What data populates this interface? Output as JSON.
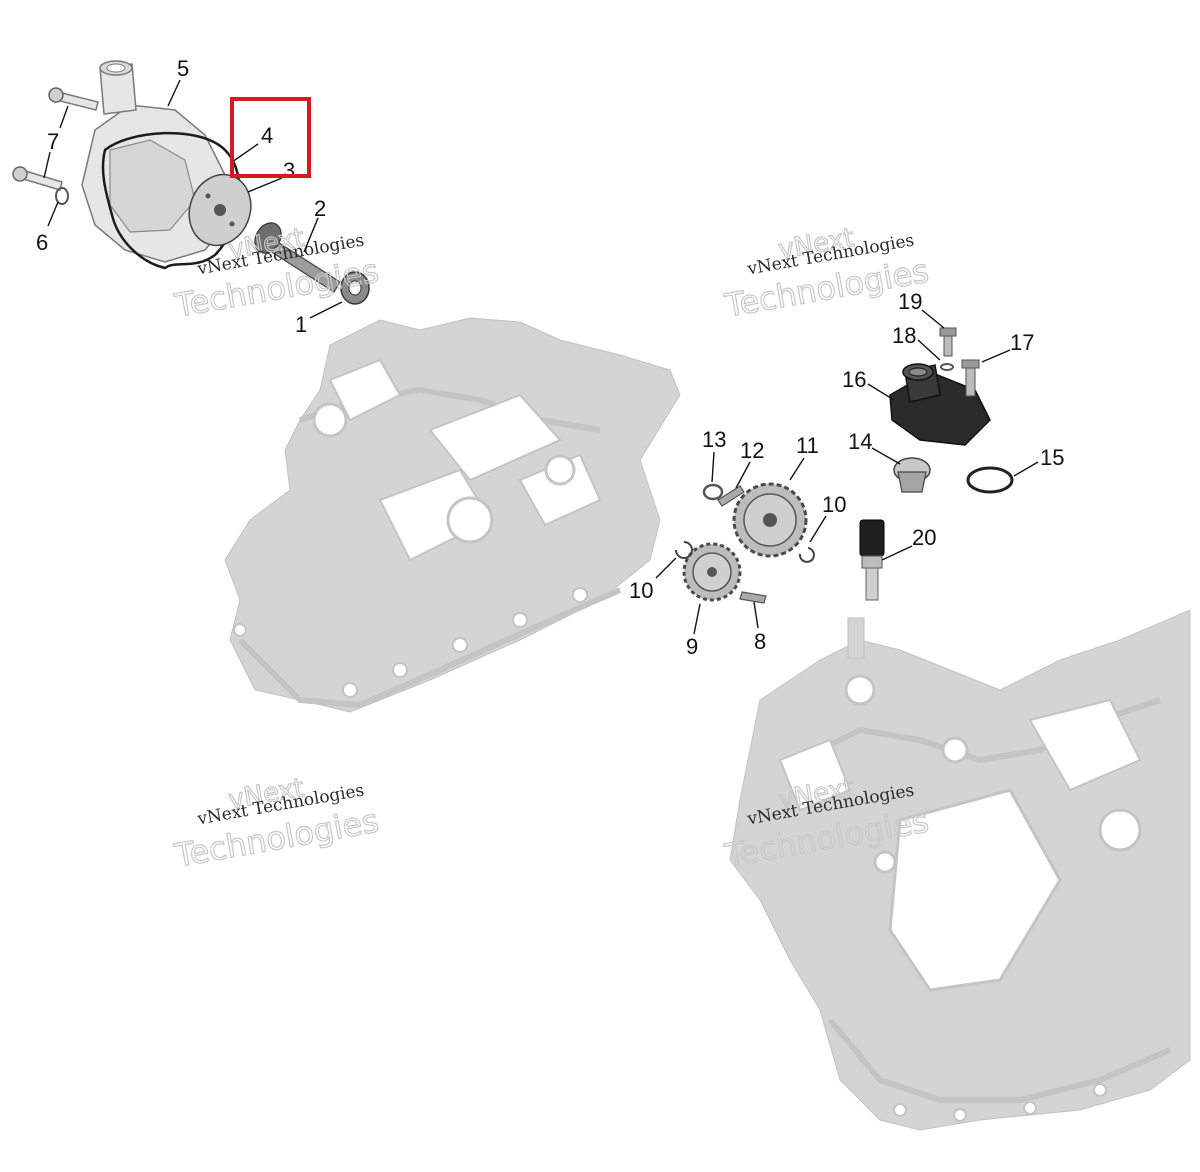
{
  "callouts": [
    {
      "id": "1",
      "label": "1"
    },
    {
      "id": "2",
      "label": "2"
    },
    {
      "id": "3",
      "label": "3"
    },
    {
      "id": "4",
      "label": "4"
    },
    {
      "id": "5",
      "label": "5"
    },
    {
      "id": "6",
      "label": "6"
    },
    {
      "id": "7",
      "label": "7"
    },
    {
      "id": "8",
      "label": "8"
    },
    {
      "id": "9",
      "label": "9"
    },
    {
      "id": "10a",
      "label": "10"
    },
    {
      "id": "10b",
      "label": "10"
    },
    {
      "id": "11",
      "label": "11"
    },
    {
      "id": "12",
      "label": "12"
    },
    {
      "id": "13",
      "label": "13"
    },
    {
      "id": "14",
      "label": "14"
    },
    {
      "id": "15",
      "label": "15"
    },
    {
      "id": "16",
      "label": "16"
    },
    {
      "id": "17",
      "label": "17"
    },
    {
      "id": "18",
      "label": "18"
    },
    {
      "id": "19",
      "label": "19"
    },
    {
      "id": "20",
      "label": "20"
    }
  ],
  "watermark": {
    "line1": "vNext Technologies",
    "line2": "Technologies",
    "line3": "vNext"
  },
  "highlight": {
    "target": "4",
    "color": "#d9181f"
  },
  "colors": {
    "ghost": "#d4d4d4",
    "ink": "#111111"
  }
}
